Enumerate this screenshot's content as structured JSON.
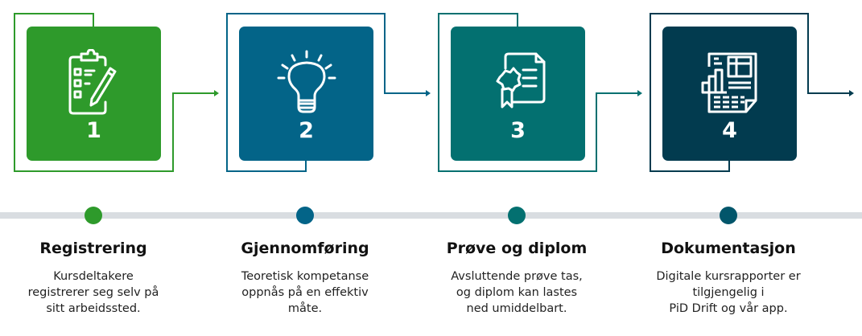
{
  "colors": {
    "step1": "#2e9a2b",
    "step2": "#036488",
    "step3": "#037070",
    "step4": "#023b4f",
    "timeline": "#d9dde1"
  },
  "steps": [
    {
      "number": "1",
      "icon": "clipboard-checklist-icon",
      "title": "Registrering",
      "desc_lines": [
        "Kursdeltakere",
        "registrerer seg selv på",
        "sitt arbeidssted."
      ]
    },
    {
      "number": "2",
      "icon": "lightbulb-icon",
      "title": "Gjennomføring",
      "desc_lines": [
        "Teoretisk kompetanse",
        "oppnås på en effektiv",
        "måte."
      ]
    },
    {
      "number": "3",
      "icon": "certificate-diploma-icon",
      "title": "Prøve og diplom",
      "desc_lines": [
        "Avsluttende prøve tas,",
        "og diplom kan lastes",
        "ned umiddelbart."
      ]
    },
    {
      "number": "4",
      "icon": "report-document-icon",
      "title": "Dokumentasjon",
      "desc_lines": [
        "Digitale kursrapporter er",
        "tilgjengelig i",
        "PiD Drift og vår app."
      ]
    }
  ]
}
